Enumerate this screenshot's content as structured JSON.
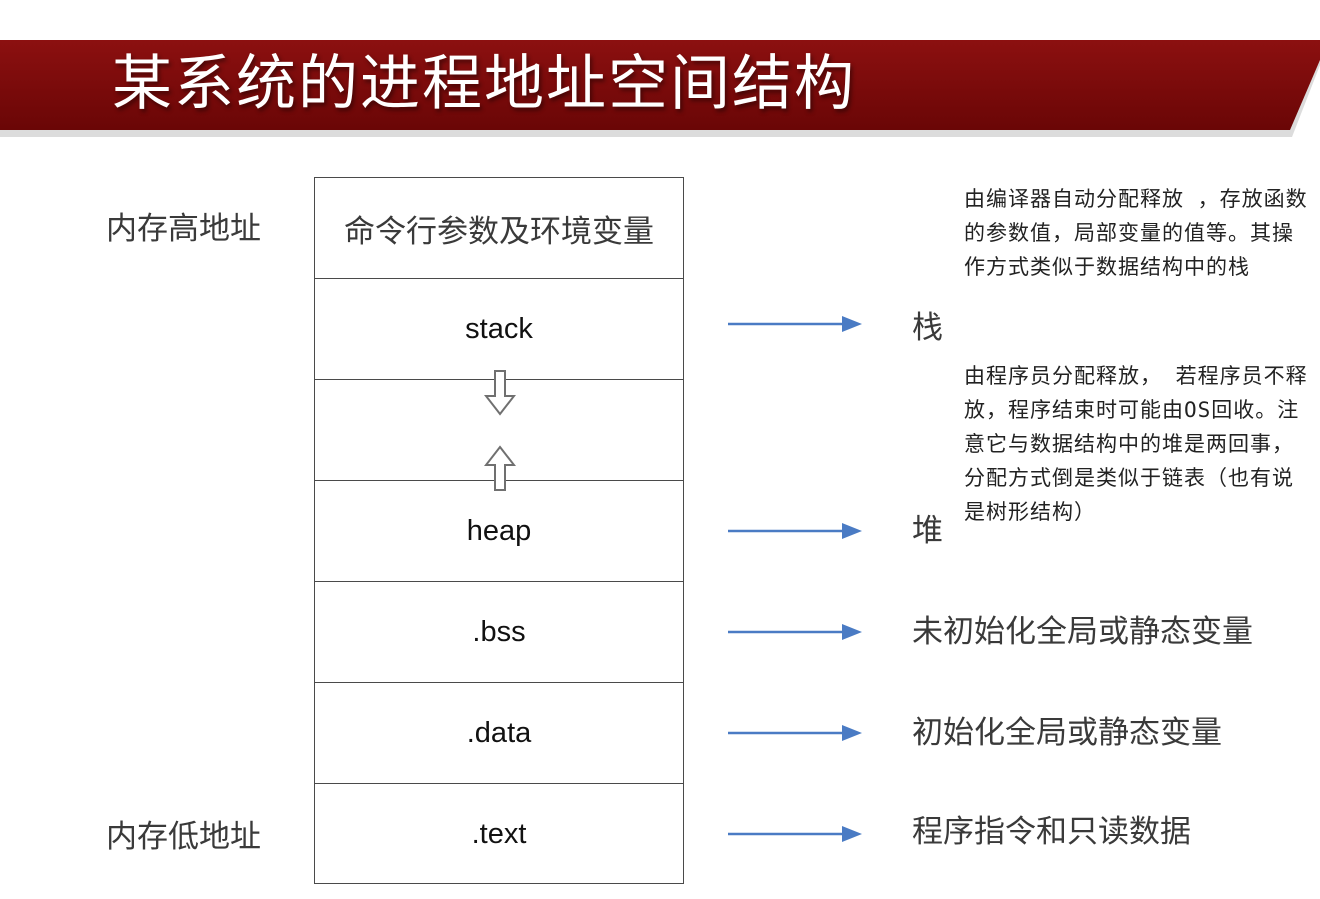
{
  "slide": {
    "title": "某系统的进程地址空间结构",
    "high_address_label": "内存高地址",
    "low_address_label": "内存低地址"
  },
  "memory_segments": [
    {
      "label": "命令行参数及环境变量"
    },
    {
      "label": "stack"
    },
    {
      "label": ""
    },
    {
      "label": "heap"
    },
    {
      "label": ".bss"
    },
    {
      "label": ".data"
    },
    {
      "label": ".text"
    }
  ],
  "annotations": {
    "stack": {
      "name": "栈",
      "description": "由编译器自动分配释放 ，存放函数的参数值，局部变量的值等。其操作方式类似于数据结构中的栈"
    },
    "heap": {
      "name": "堆",
      "description": "由程序员分配释放， 若程序员不释放，程序结束时可能由OS回收。注意它与数据结构中的堆是两回事，分配方式倒是类似于链表（也有说是树形结构）"
    },
    "bss": {
      "description": "未初始化全局或静态变量"
    },
    "data": {
      "description": "初始化全局或静态变量"
    },
    "text": {
      "description": "程序指令和只读数据"
    }
  },
  "colors": {
    "banner": "#7b0a0a",
    "arrow": "#4a7bc4",
    "border": "#4a4a4a"
  },
  "icons": {
    "grow_down": "hollow-down-arrow-icon",
    "grow_up": "hollow-up-arrow-icon",
    "pointer": "right-arrow-icon"
  }
}
